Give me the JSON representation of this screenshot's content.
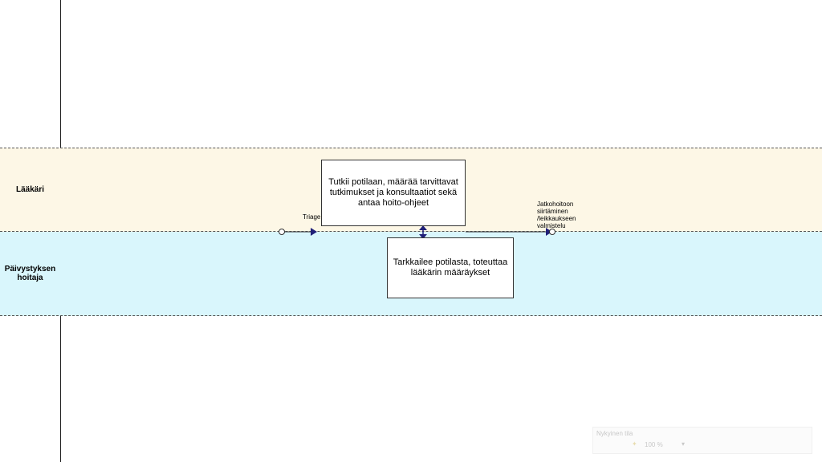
{
  "lanes": [
    {
      "label": "Lääkäri",
      "color": "#fdf7e6"
    },
    {
      "label": "Päivystyksen hoitaja",
      "color": "#d9f6fc"
    }
  ],
  "boxes": {
    "doctor_task": {
      "lines": [
        "Tutkii potilaan, määrää tarvittavat",
        "tutkimukset ja konsultaatiot  sekä",
        "antaa hoito-ohjeet"
      ]
    },
    "nurse_task": {
      "lines": [
        "Tarkkailee potilasta, toteuttaa",
        "lääkärin määräykset"
      ]
    }
  },
  "labels": {
    "triage": "Triage",
    "jatkohoito": [
      "Jatkohoitoon",
      "siirtäminen",
      "/leikkaukseen",
      "valmistelu"
    ]
  },
  "zoom": {
    "title": "Nykyinen tila",
    "value": "100 %"
  }
}
